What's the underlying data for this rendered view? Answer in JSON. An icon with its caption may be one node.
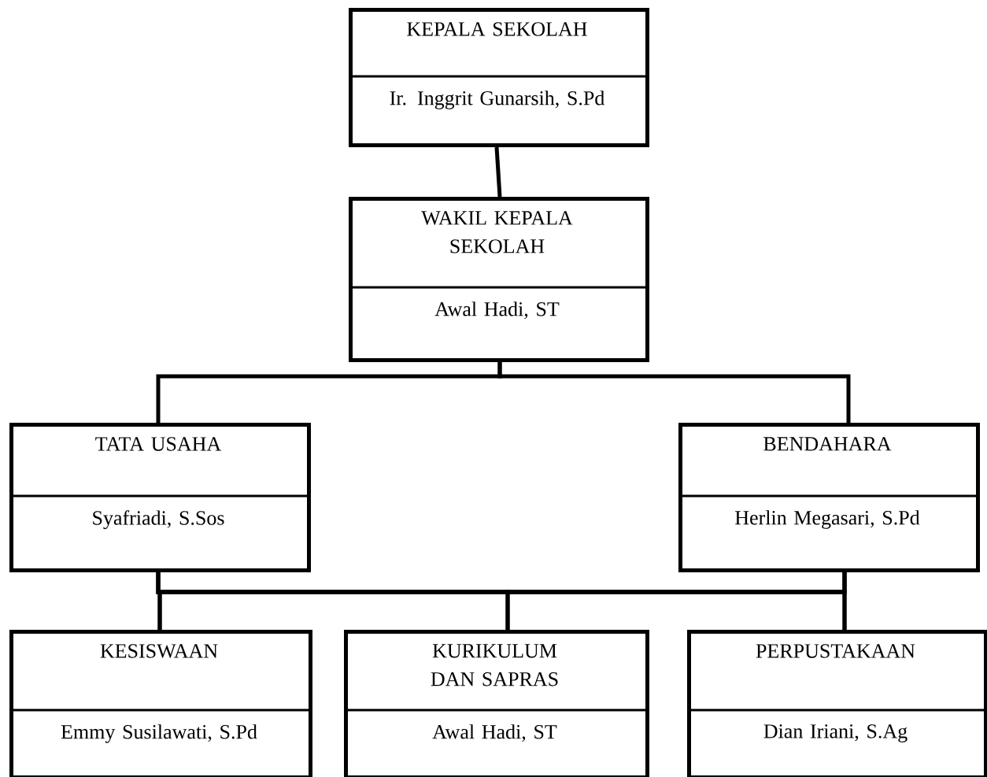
{
  "diagram": {
    "nodes": [
      {
        "text": [
          "KEPALA SEKOLAH",
          "Ir. Inggrit Gunarsih, S.Pd"
        ]
      },
      {
        "text": [
          "WAKIL KEPALA SEKOLAH",
          "Awal Hadi, ST"
        ]
      },
      {
        "text": [
          "TATA USAHA",
          "Syafriadi, S.Sos"
        ]
      },
      {
        "text": [
          "BENDAHARA",
          "Herlin Megasari, S.Pd"
        ]
      },
      {
        "text": [
          "KESISWAAN",
          "Emmy Susilawati, S.Pd"
        ]
      },
      {
        "text": [
          "KURIKULUM DAN SAPRAS",
          "Awal Hadi, ST"
        ]
      },
      {
        "text": [
          "PERPUSTAKAAN",
          "Dian Iriani, S.Ag"
        ]
      }
    ],
    "edges": [
      {
        "from": 0,
        "to": 1,
        "arrow": "none"
      },
      {
        "from": 1,
        "to": 2,
        "arrow": "none"
      },
      {
        "from": 1,
        "to": 3,
        "arrow": "none"
      },
      {
        "from": 2,
        "to": 4,
        "arrow": "none"
      },
      {
        "from": 2,
        "to": 5,
        "arrow": "none"
      },
      {
        "from": 2,
        "to": 6,
        "arrow": "none"
      },
      {
        "from": 3,
        "to": 4,
        "arrow": "none"
      },
      {
        "from": 3,
        "to": 5,
        "arrow": "none"
      },
      {
        "from": 3,
        "to": 6,
        "arrow": "none"
      }
    ]
  }
}
